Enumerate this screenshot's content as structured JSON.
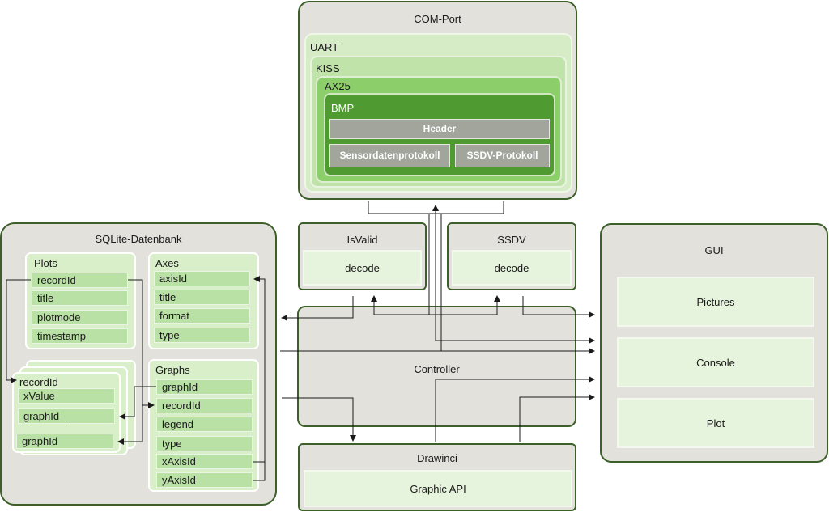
{
  "com_port": {
    "title": "COM-Port",
    "uart": "UART",
    "kiss": "KISS",
    "ax25": "AX25",
    "bmp": "BMP",
    "header": "Header",
    "sensordaten": "Sensordatenprotokoll",
    "ssdv_protokoll": "SSDV-Protokoll"
  },
  "isvalid": {
    "title": "IsValid",
    "decode": "decode"
  },
  "ssdv": {
    "title": "SSDV",
    "decode": "decode"
  },
  "controller": {
    "title": "Controller"
  },
  "drawinci": {
    "title": "Drawinci",
    "api": "Graphic API"
  },
  "gui": {
    "title": "GUI",
    "items": [
      "Pictures",
      "Console",
      "Plot"
    ]
  },
  "db": {
    "title": "SQLite-Datenbank",
    "plots": {
      "title": "Plots",
      "fields": [
        "recordId",
        "title",
        "plotmode",
        "timestamp"
      ]
    },
    "axes": {
      "title": "Axes",
      "fields": [
        "axisId",
        "title",
        "format",
        "type"
      ]
    },
    "records": {
      "fields": [
        "recordId",
        "xValue",
        "graphId",
        ":",
        "graphId"
      ]
    },
    "graphs": {
      "title": "Graphs",
      "fields": [
        "graphId",
        "recordId",
        "legend",
        "type",
        "xAxisId",
        "yAxisId"
      ]
    }
  },
  "colors": {
    "outer_border": "#3d5f2a",
    "outer_fill": "#e3e1dc",
    "uart": "#d6ecc7",
    "kiss": "#bfe3a8",
    "ax25": "#8cce6a",
    "bmp": "#4f9a31",
    "field": "#b9e0a5"
  }
}
